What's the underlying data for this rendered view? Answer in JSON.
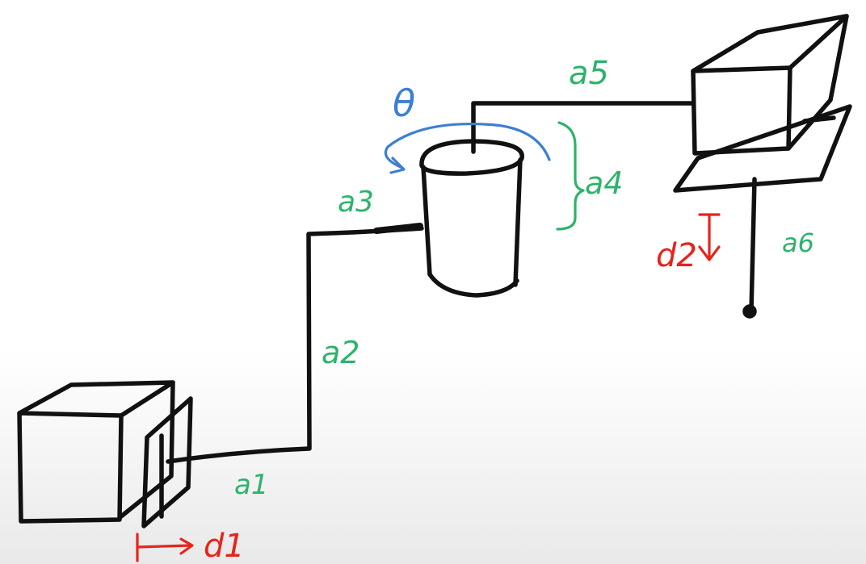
{
  "colors": {
    "ink": "#111111",
    "link_label": "#2db36b",
    "joint_label": "#e8231c",
    "angle_label": "#3b7fd4"
  },
  "labels": {
    "theta": "θ",
    "a1": "a1",
    "a2": "a2",
    "a3": "a3",
    "a4": "a4",
    "a5": "a5",
    "a6": "a6",
    "d1": "d1",
    "d2": "d2"
  }
}
